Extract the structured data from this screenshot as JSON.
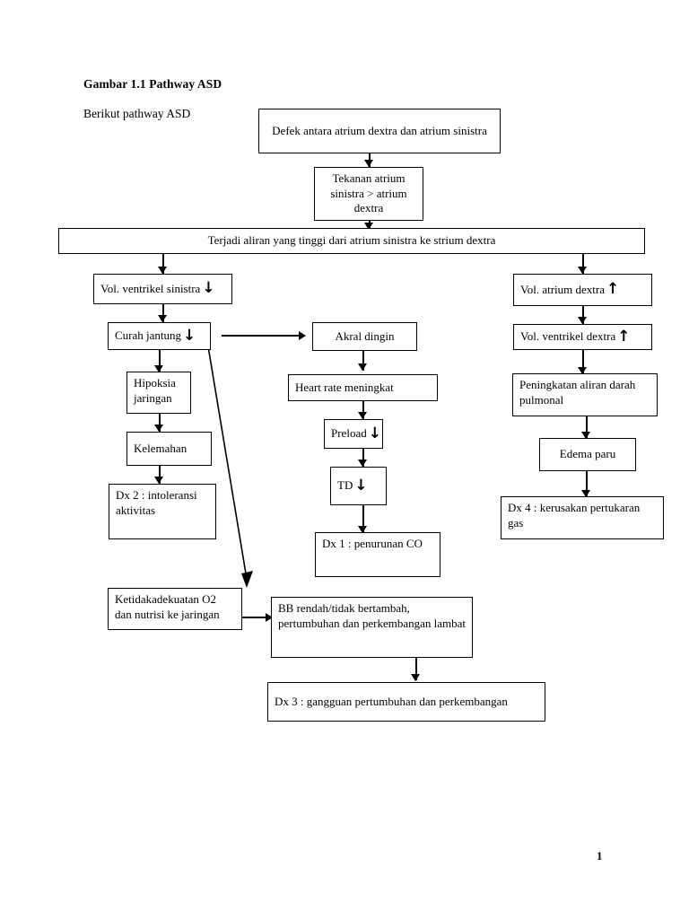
{
  "document": {
    "heading": "Gambar 1.1 Pathway ASD",
    "intro": "Berikut pathway ASD",
    "page_number": "1"
  },
  "nodes": {
    "defek": "Defek antara atrium dextra dan atrium sinistra",
    "tekanan": "Tekanan atrium sinistra > atrium dextra",
    "aliran": "Terjadi aliran yang tinggi dari atrium sinistra ke strium dextra",
    "vol_ventrikel_sinistra": "Vol. ventrikel sinistra",
    "vol_ventrikel_sinistra_arrow": "↓",
    "curah_jantung": "Curah jantung",
    "curah_jantung_arrow": "↓",
    "hipoksia": "Hipoksia jaringan",
    "kelemahan": "Kelemahan",
    "dx2": "Dx 2 : intoleransi aktivitas",
    "ketidakadekuatan": "Ketidakadekuatan O2 dan nutrisi ke jaringan",
    "akral": "Akral dingin",
    "heart_rate": "Heart rate meningkat",
    "preload": "Preload",
    "preload_arrow": "↓",
    "td": "TD",
    "td_arrow": "↓",
    "dx1": "Dx 1 : penurunan CO",
    "vol_atrium_dextra": "Vol. atrium dextra",
    "vol_atrium_dextra_arrow": "↑",
    "vol_ventrikel_dextra": "Vol. ventrikel dextra",
    "vol_ventrikel_dextra_arrow": "↑",
    "peningkatan": "Peningkatan aliran darah pulmonal",
    "edema": "Edema paru",
    "dx4": "Dx 4 : kerusakan pertukaran gas",
    "bb_rendah": "BB rendah/tidak bertambah, pertumbuhan dan perkembangan lambat",
    "dx3": "Dx 3 : gangguan pertumbuhan dan perkembangan"
  },
  "chart_data": {
    "type": "diagram",
    "title": "Gambar 1.1 Pathway ASD",
    "diagram_kind": "flowchart",
    "orientation": "top-down",
    "node_list": [
      {
        "id": "defek",
        "label": "Defek antara atrium dextra dan atrium sinistra"
      },
      {
        "id": "tekanan",
        "label": "Tekanan atrium sinistra > atrium dextra"
      },
      {
        "id": "aliran",
        "label": "Terjadi aliran yang tinggi dari atrium sinistra ke strium dextra"
      },
      {
        "id": "vol_ventrikel_sinistra",
        "label": "Vol. ventrikel sinistra ↓"
      },
      {
        "id": "curah_jantung",
        "label": "Curah jantung ↓"
      },
      {
        "id": "hipoksia",
        "label": "Hipoksia jaringan"
      },
      {
        "id": "kelemahan",
        "label": "Kelemahan"
      },
      {
        "id": "dx2",
        "label": "Dx 2 : intoleransi aktivitas"
      },
      {
        "id": "ketidakadekuatan",
        "label": "Ketidakadekuatan O2 dan nutrisi ke jaringan"
      },
      {
        "id": "akral",
        "label": "Akral dingin"
      },
      {
        "id": "heart_rate",
        "label": "Heart rate meningkat"
      },
      {
        "id": "preload",
        "label": "Preload ↓"
      },
      {
        "id": "td",
        "label": "TD ↓"
      },
      {
        "id": "dx1",
        "label": "Dx 1 : penurunan CO"
      },
      {
        "id": "vol_atrium_dextra",
        "label": "Vol. atrium dextra ↑"
      },
      {
        "id": "vol_ventrikel_dextra",
        "label": "Vol. ventrikel dextra ↑"
      },
      {
        "id": "peningkatan",
        "label": "Peningkatan aliran darah pulmonal"
      },
      {
        "id": "edema",
        "label": "Edema paru"
      },
      {
        "id": "dx4",
        "label": "Dx 4 : kerusakan pertukaran gas"
      },
      {
        "id": "bb_rendah",
        "label": "BB rendah/tidak bertambah, pertumbuhan dan perkembangan lambat"
      },
      {
        "id": "dx3",
        "label": "Dx 3 : gangguan pertumbuhan dan perkembangan"
      }
    ],
    "edges": [
      {
        "from": "defek",
        "to": "tekanan"
      },
      {
        "from": "tekanan",
        "to": "aliran"
      },
      {
        "from": "aliran",
        "to": "vol_ventrikel_sinistra"
      },
      {
        "from": "aliran",
        "to": "vol_atrium_dextra"
      },
      {
        "from": "vol_ventrikel_sinistra",
        "to": "curah_jantung"
      },
      {
        "from": "curah_jantung",
        "to": "hipoksia"
      },
      {
        "from": "curah_jantung",
        "to": "akral"
      },
      {
        "from": "curah_jantung",
        "to": "ketidakadekuatan"
      },
      {
        "from": "hipoksia",
        "to": "kelemahan"
      },
      {
        "from": "kelemahan",
        "to": "dx2"
      },
      {
        "from": "akral",
        "to": "heart_rate"
      },
      {
        "from": "heart_rate",
        "to": "preload"
      },
      {
        "from": "preload",
        "to": "td"
      },
      {
        "from": "td",
        "to": "dx1"
      },
      {
        "from": "vol_atrium_dextra",
        "to": "vol_ventrikel_dextra"
      },
      {
        "from": "vol_ventrikel_dextra",
        "to": "peningkatan"
      },
      {
        "from": "peningkatan",
        "to": "edema"
      },
      {
        "from": "edema",
        "to": "dx4"
      },
      {
        "from": "ketidakadekuatan",
        "to": "bb_rendah"
      },
      {
        "from": "bb_rendah",
        "to": "dx3"
      }
    ],
    "colors": {
      "stroke": "#000000",
      "fill": "#ffffff",
      "text": "#000000"
    }
  }
}
